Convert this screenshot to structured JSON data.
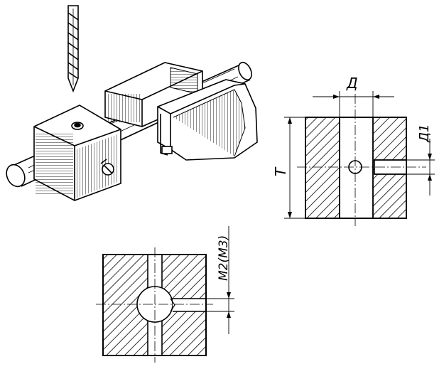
{
  "labels": {
    "diameter": "Д",
    "diameter1": "Д1",
    "thickness": "T",
    "thread": "M2(M3)"
  },
  "colors": {
    "ink": "#000000",
    "paper": "#ffffff"
  }
}
